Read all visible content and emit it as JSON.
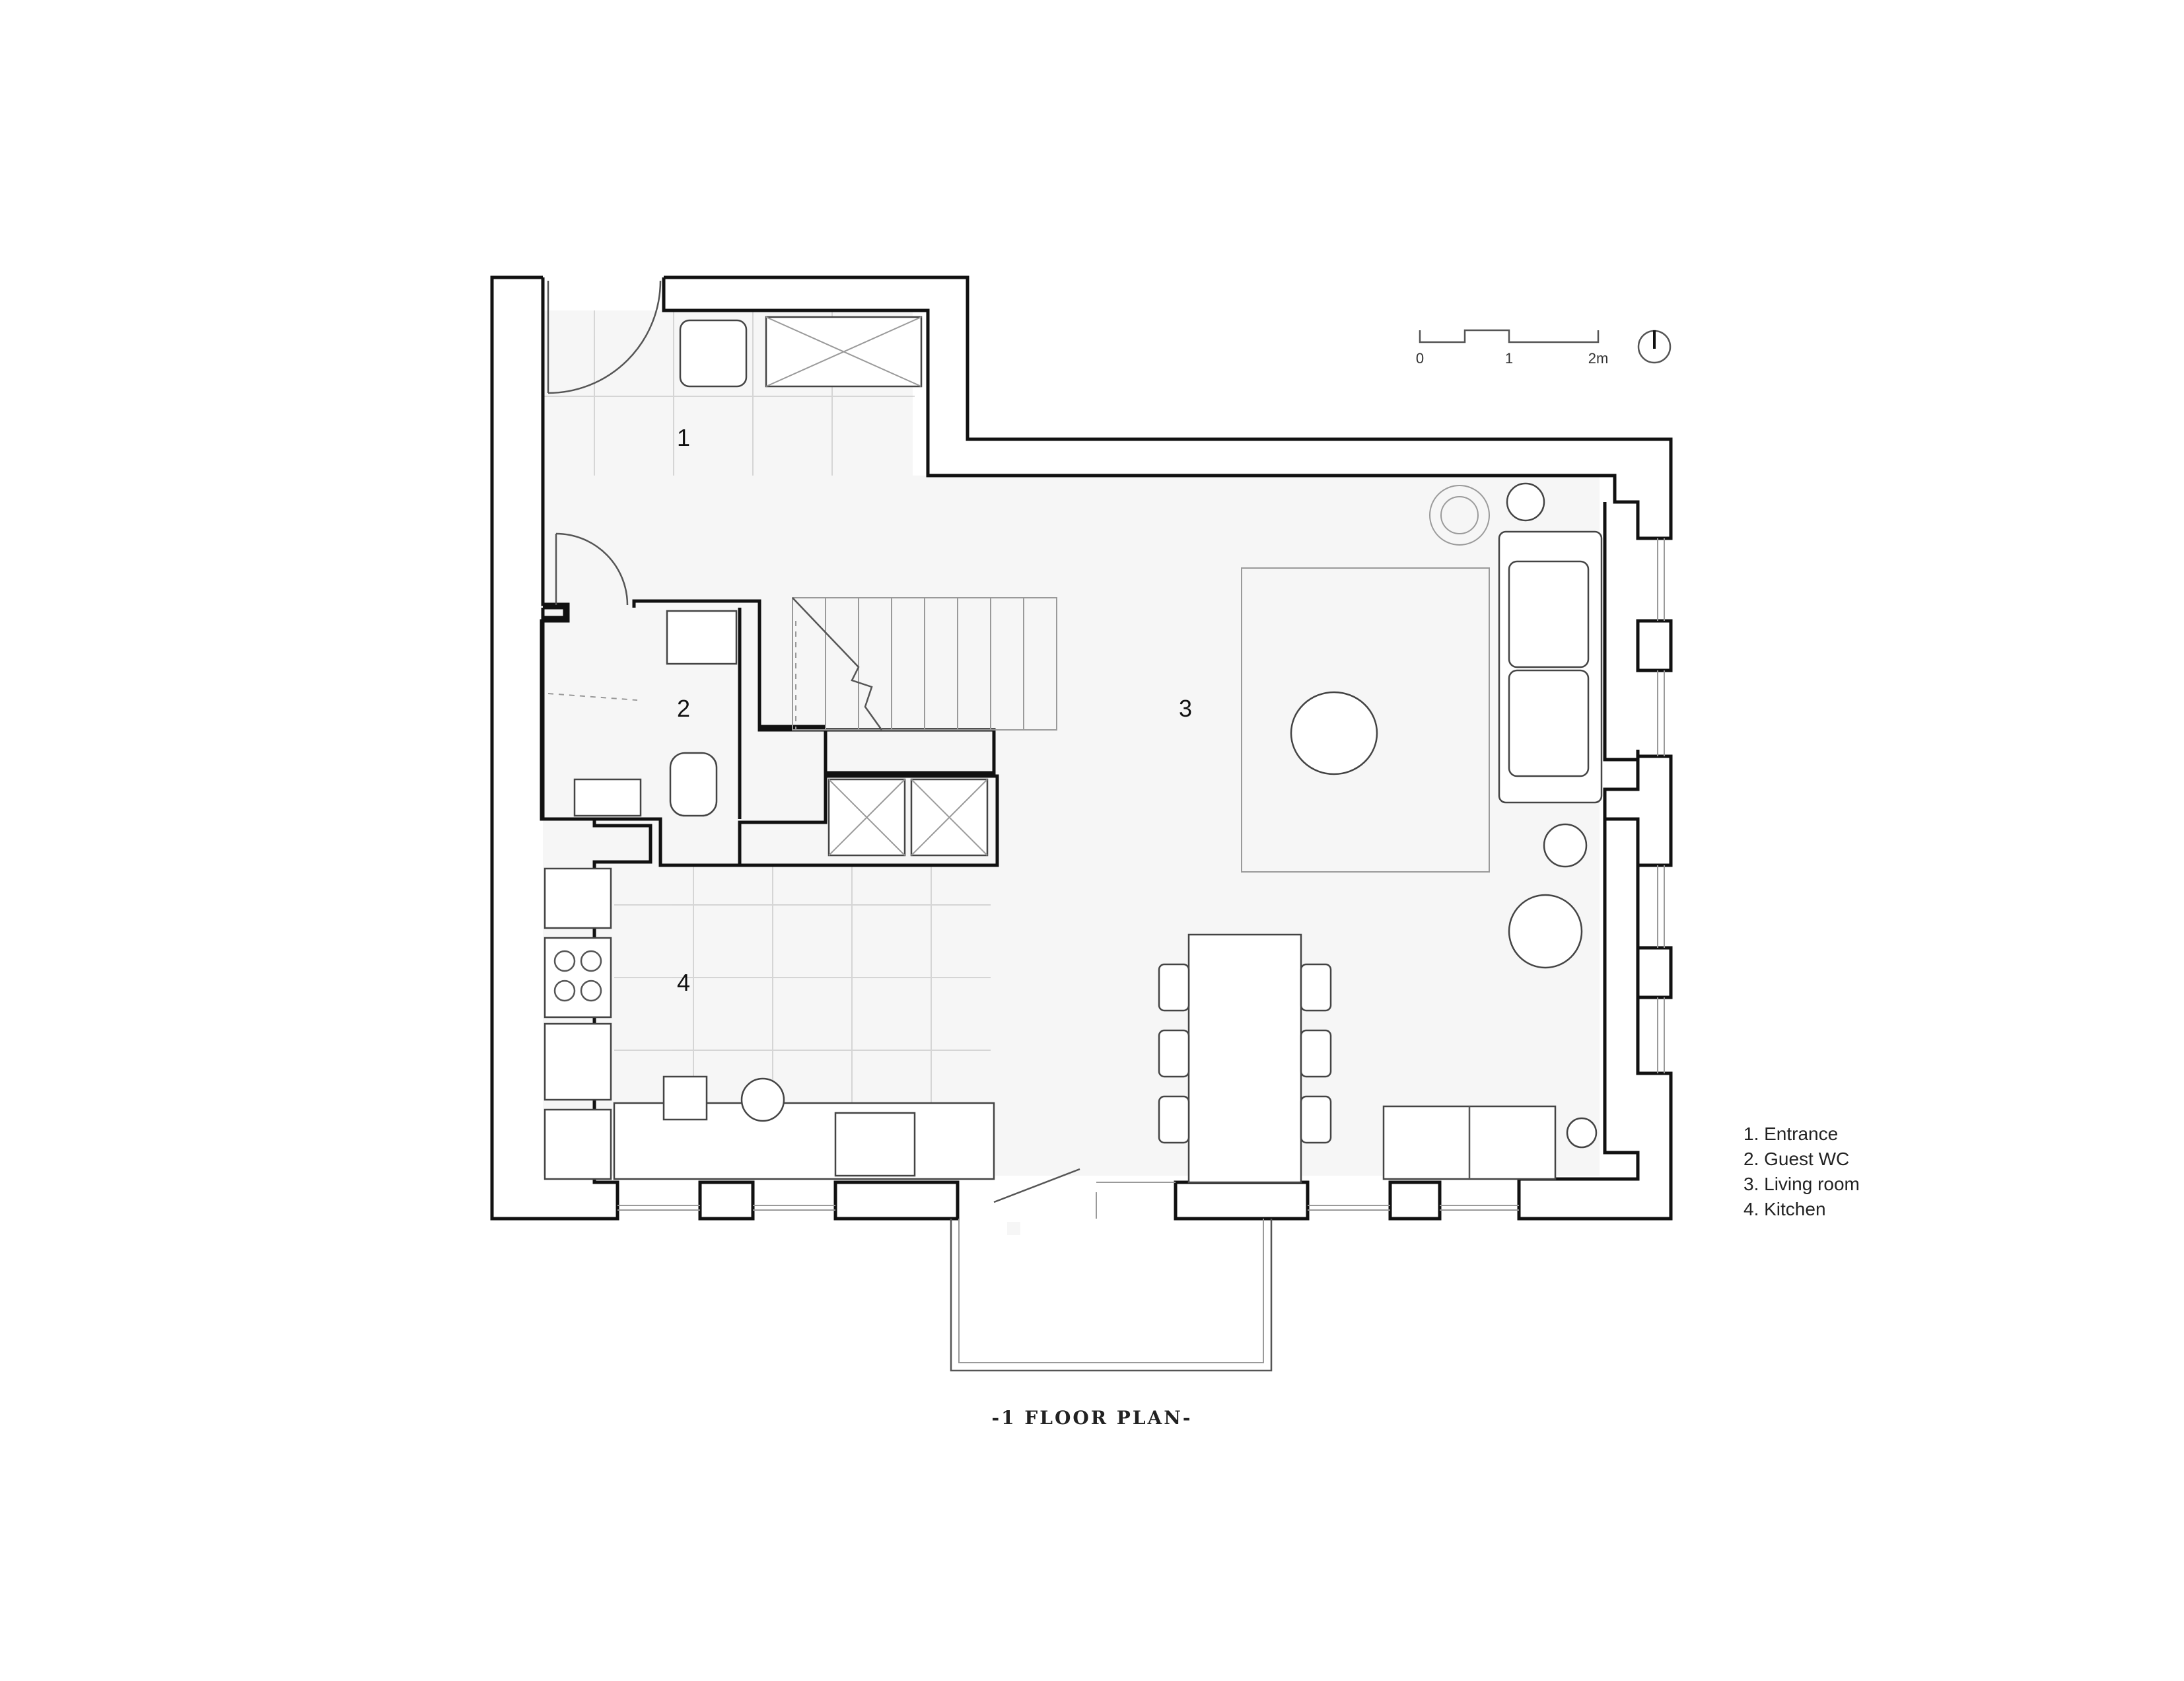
{
  "rooms": [
    {
      "number": "1"
    },
    {
      "number": "2"
    },
    {
      "number": "3"
    },
    {
      "number": "4"
    }
  ],
  "scale_bar": {
    "labels": [
      "0",
      "1",
      "2m"
    ]
  },
  "legend": [
    "1. Entrance",
    "2. Guest WC",
    "3. Living room",
    "4. Kitchen"
  ],
  "title": "-1 FLOOR PLAN-"
}
